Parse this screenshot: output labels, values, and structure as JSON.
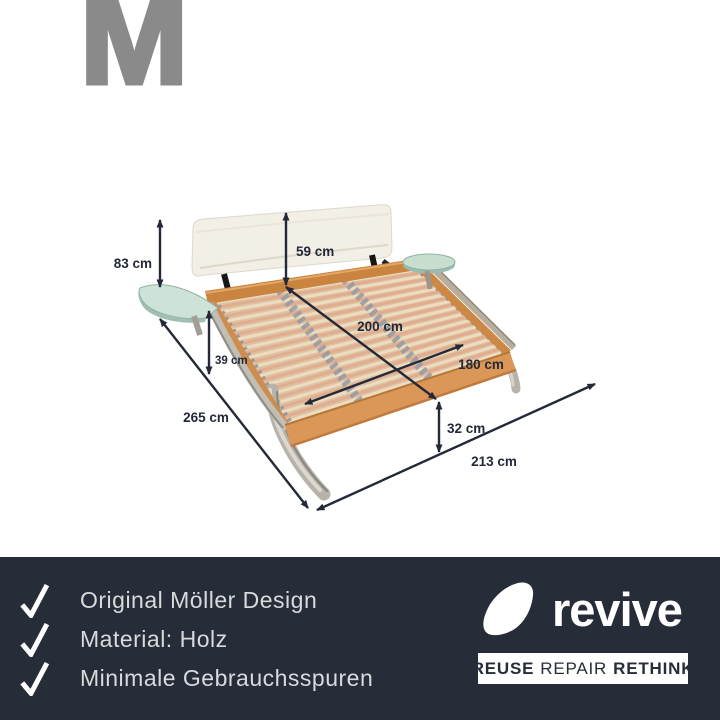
{
  "brand_logo": {
    "letter": "M"
  },
  "product_image": {
    "dimension_labels": {
      "total_height": "83 cm",
      "headboard_height": "59 cm",
      "lying_length": "200 cm",
      "lying_width": "180 cm",
      "side_table_height": "39 cm",
      "total_depth": "265 cm",
      "frame_height": "32 cm",
      "total_width": "213 cm"
    },
    "colors": {
      "arrow": "#232938",
      "wood_frame": "#d08c4e",
      "slat_cream": "#eedcc0",
      "slat_pink": "#e2ad8f",
      "connector_gray": "#939aa3",
      "side_table_mint": "#cfe2d8",
      "headboard_white": "#f2efe6",
      "metal_leg": "#b6b3aa",
      "logo_gray": "#8a8a8a"
    }
  },
  "footer": {
    "features": [
      "Original Möller Design",
      "Material: Holz",
      "Minimale Gebrauchsspuren"
    ],
    "brand": {
      "name": "revive",
      "tagline": [
        "REUSE",
        "REPAIR",
        "RETHINK"
      ]
    },
    "colors": {
      "background": "#272c39",
      "text": "#d9dadc"
    }
  }
}
